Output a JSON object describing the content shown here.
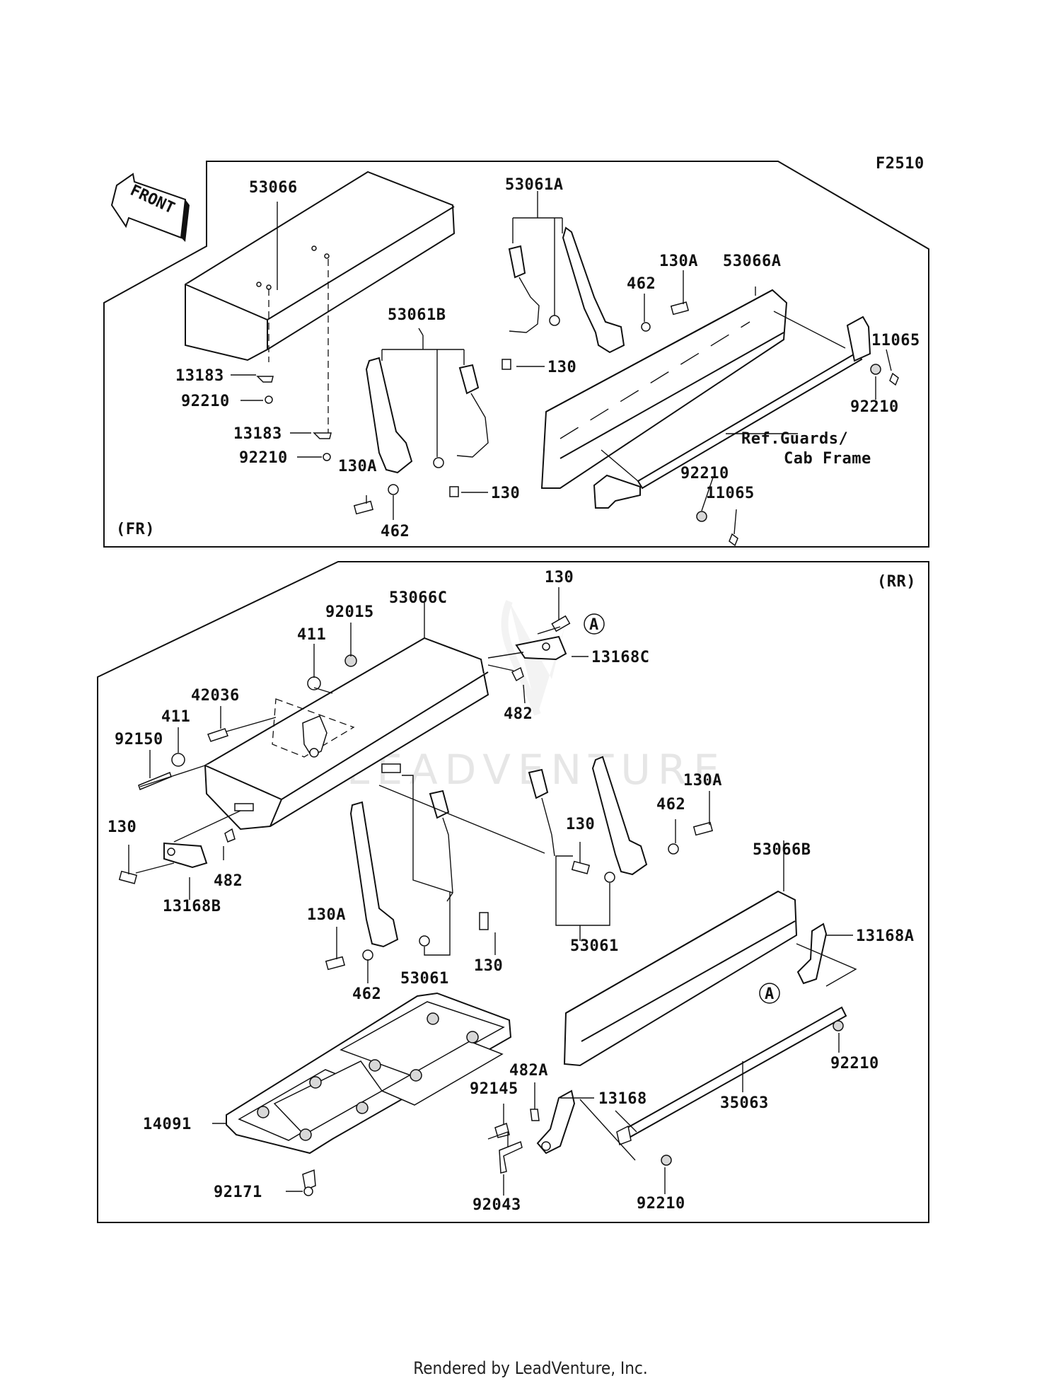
{
  "figure_code": "F2510",
  "front_arrow_text": "FRONT",
  "sections": {
    "front": "(FR)",
    "rear": "(RR)"
  },
  "ref_note": [
    "Ref.Guards/",
    "Cab Frame"
  ],
  "callout_letter": "A",
  "watermark": "LEADVENTURE",
  "footer": "Rendered by LeadVenture, Inc.",
  "labels": {
    "fr_53066": "53066",
    "fr_53061A": "53061A",
    "fr_130A_top": "130A",
    "fr_53066A": "53066A",
    "fr_462_top": "462",
    "fr_11065_top": "11065",
    "fr_53061B": "53061B",
    "fr_13183_a": "13183",
    "fr_92210_a": "92210",
    "fr_13183_b": "13183",
    "fr_92210_b": "92210",
    "fr_130_top": "130",
    "fr_92210_right": "92210",
    "fr_130A_bottom": "130A",
    "fr_130_bottom": "130",
    "fr_92210_mid": "92210",
    "fr_11065_bottom": "11065",
    "fr_462_bottom": "462",
    "rr_130_top": "130",
    "rr_92015": "92015",
    "rr_53066C": "53066C",
    "rr_411_top": "411",
    "rr_13168C": "13168C",
    "rr_42036": "42036",
    "rr_482_top": "482",
    "rr_411_left": "411",
    "rr_92150": "92150",
    "rr_130A_right": "130A",
    "rr_130_mid": "130",
    "rr_462_right": "462",
    "rr_130_left": "130",
    "rr_53066B": "53066B",
    "rr_482_left": "482",
    "rr_13168B": "13168B",
    "rr_13168A": "13168A",
    "rr_130A_left": "130A",
    "rr_53061_right": "53061",
    "rr_130_bottom": "130",
    "rr_462_left": "462",
    "rr_53061_left": "53061",
    "rr_92210_right": "92210",
    "rr_482A": "482A",
    "rr_92145": "92145",
    "rr_13168": "13168",
    "rr_35063": "35063",
    "rr_14091": "14091",
    "rr_92171": "92171",
    "rr_92043": "92043",
    "rr_92210_bottom": "92210"
  }
}
